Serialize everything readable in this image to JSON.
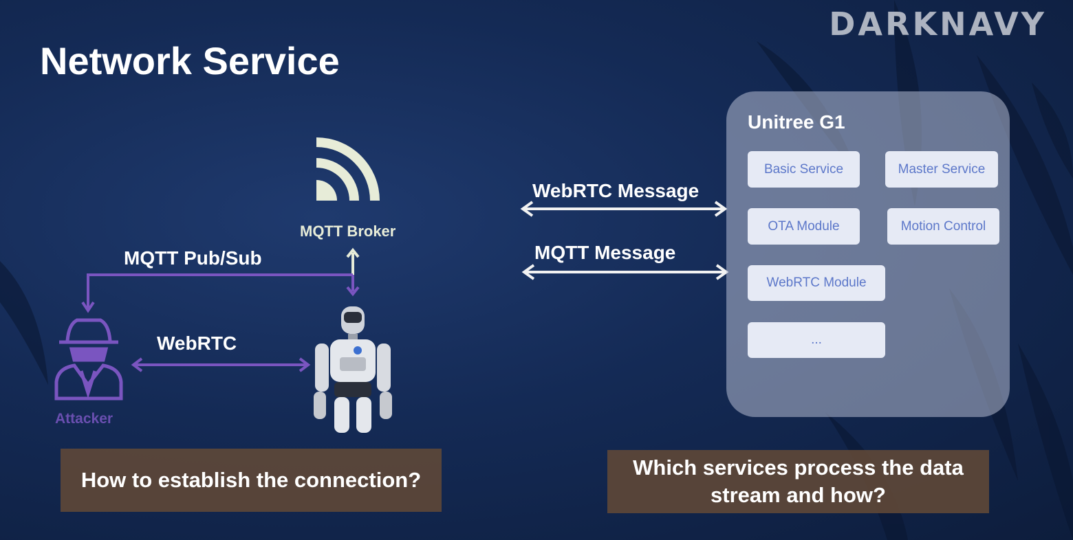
{
  "watermark": "DARKNAVY",
  "title": "Network Service",
  "left": {
    "broker_label": "MQTT Broker",
    "pubsub_label": "MQTT Pub/Sub",
    "webrtc_label": "WebRTC",
    "attacker_label": "Attacker",
    "question": "How to establish the connection?"
  },
  "middle": {
    "webrtc_message": "WebRTC Message",
    "mqtt_message": "MQTT Message"
  },
  "g1": {
    "title": "Unitree G1",
    "services": [
      "Basic Service",
      "Master Service",
      "OTA Module",
      "Motion Control",
      "WebRTC Module",
      "..."
    ]
  },
  "right_question": "Which services process the data stream and how?",
  "colors": {
    "background": "#142a55",
    "purple": "#7a55c0",
    "arrow_white": "#f2f2f2",
    "broker_icon": "#e7ecd8",
    "service_text": "#5c77c9",
    "question_box": "#5f4837"
  }
}
